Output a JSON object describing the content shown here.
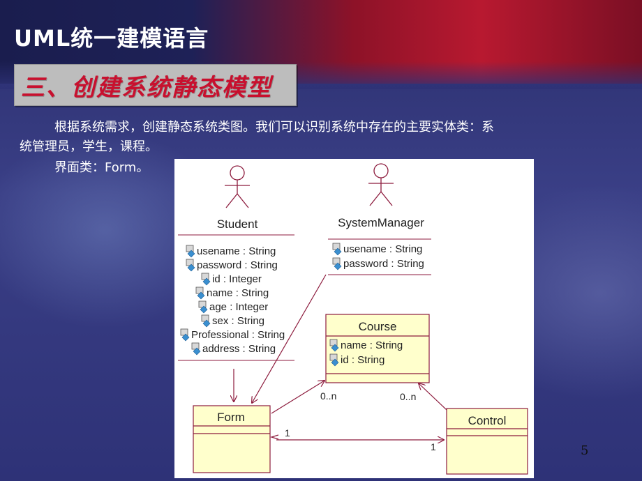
{
  "slide": {
    "app_title": "UML统一建模语言",
    "section_title": "三、创建系统静态模型",
    "paragraph_line1": "根据系统需求，创建静态系统类图。我们可以识别系统中存在的主要实体类：系",
    "paragraph_line2": "统管理员，学生，课程。",
    "paragraph_line3": "界面类：Form。",
    "page_number": "5"
  },
  "diagram": {
    "actors": [
      {
        "name": "Student"
      },
      {
        "name": "SystemManager"
      }
    ],
    "student_attributes": [
      "usename : String",
      "password : String",
      "id : Integer",
      "name : String",
      "age : Integer",
      "sex : String",
      "Professional : String",
      "address : String"
    ],
    "manager_attributes": [
      "usename : String",
      "password : String"
    ],
    "classes": {
      "course": {
        "name": "Course",
        "attributes": [
          "name : String",
          "id : String"
        ]
      },
      "form": {
        "name": "Form"
      },
      "control": {
        "name": "Control"
      }
    },
    "multiplicities": {
      "form_course": "0..n",
      "control_course": "0..n",
      "form_control_left": "1",
      "form_control_right": "1"
    },
    "colors": {
      "class_fill": "#ffffcc",
      "class_border": "#8c1a3c",
      "association": "#8c1a3c",
      "attribute_icon": "#3a8fd0"
    }
  }
}
